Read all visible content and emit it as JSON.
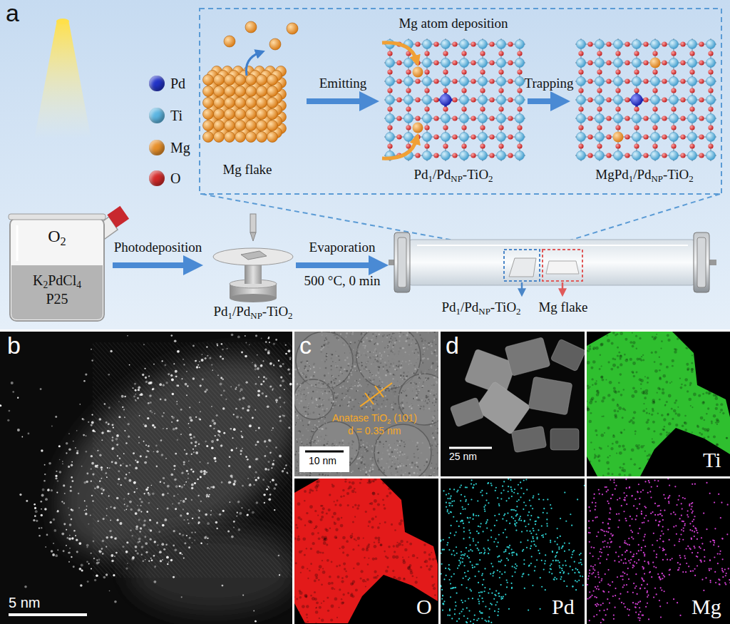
{
  "diagram": {
    "nodes": [
      {
        "text": [
          "Mg flake"
        ]
      },
      {
        "text": [
          "Mg atom deposition",
          "Pd1/PdNP-TiO2"
        ]
      },
      {
        "text": [
          "MgPd1/PdNP-TiO2"
        ]
      },
      {
        "text": [
          "O2",
          "K2PdCl4",
          "P25"
        ]
      },
      {
        "text": [
          "Pd1/PdNP-TiO2"
        ]
      },
      {
        "text": [
          "Pd1/PdNP-TiO2",
          "Mg flake"
        ]
      }
    ],
    "edges": [
      {
        "from": 0,
        "to": 1,
        "arrow": "to",
        "label": "Emitting"
      },
      {
        "from": 1,
        "to": 2,
        "arrow": "to",
        "label": "Trapping"
      },
      {
        "from": 3,
        "to": 4,
        "arrow": "to",
        "label": "Photodeposition"
      },
      {
        "from": 4,
        "to": 5,
        "arrow": "to",
        "label": "Evaporation"
      }
    ],
    "labels": [
      "a",
      "b",
      "c",
      "d",
      "Anatase TiO2 (101)",
      "d = 0.35 nm",
      "10 nm",
      "5 nm",
      "25 nm",
      "Ti",
      "O",
      "Pd",
      "Mg",
      "500 °C, 0 min"
    ],
    "legend": [
      {
        "text": "Pd",
        "color": "#2233c8"
      },
      {
        "text": "Ti",
        "color": "#5cb6e2"
      },
      {
        "text": "Mg",
        "color": "#e8902a"
      },
      {
        "text": "O",
        "color": "#d42a2a"
      }
    ]
  }
}
